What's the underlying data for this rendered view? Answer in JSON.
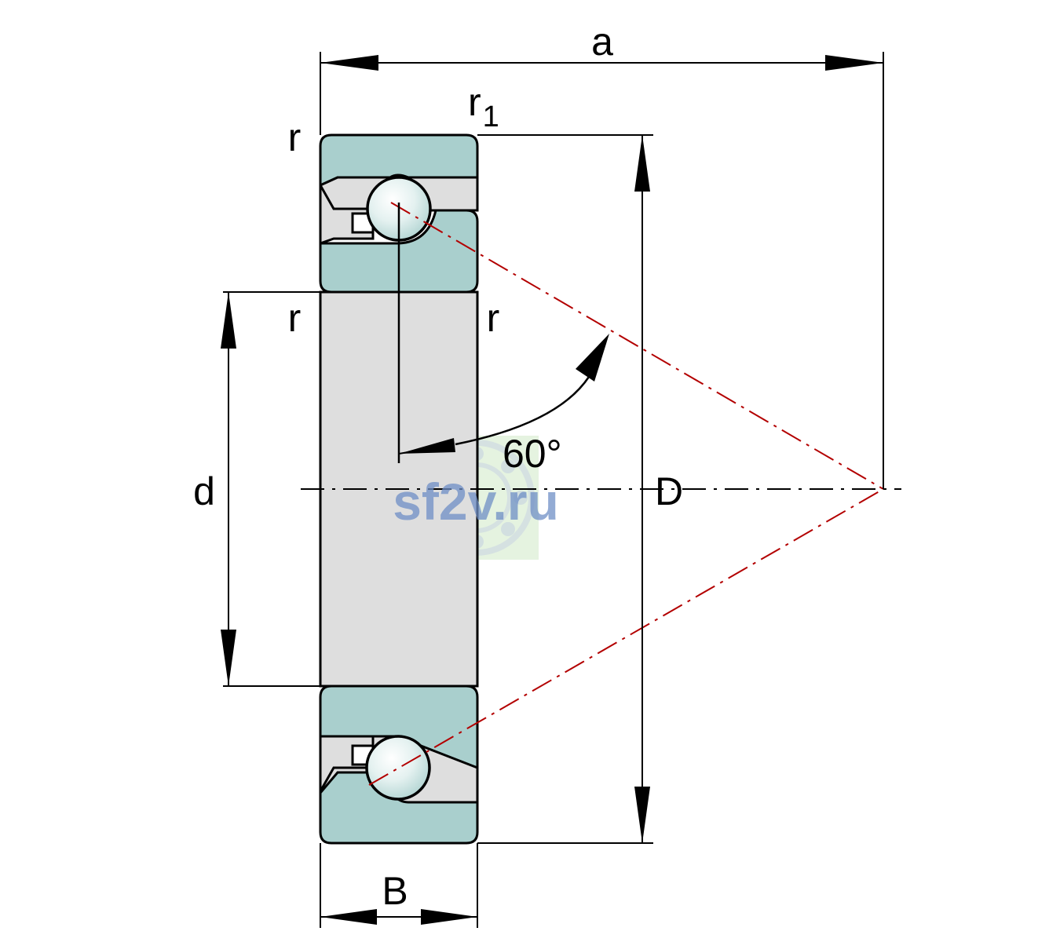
{
  "labels": {
    "a": "a",
    "r1_main": "r",
    "r1_sub": "1",
    "r_top_left": "r",
    "r_bore_left": "r",
    "r_bore_right": "r",
    "angle": "60°",
    "d": "d",
    "D": "D",
    "B": "B"
  },
  "watermark": {
    "text": "sf2v.ru"
  },
  "colors": {
    "ring_fill": "#a9cfcd",
    "bore_fill": "#dedede",
    "outline": "#000000",
    "contact_line": "#b30000",
    "watermark_text": "#6f8fc6",
    "watermark_bg": "#dcefd6"
  }
}
